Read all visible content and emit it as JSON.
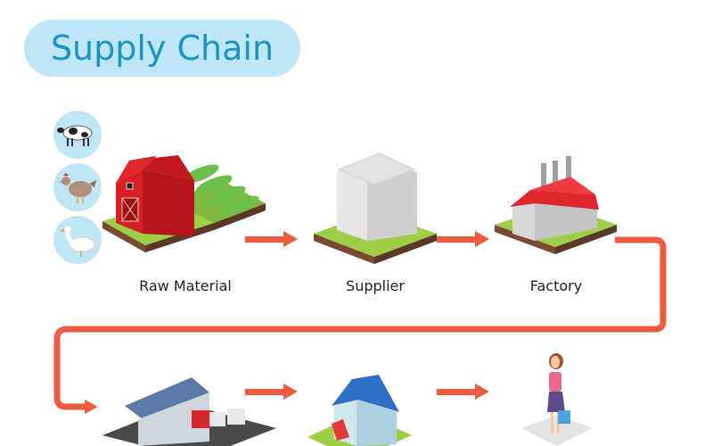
{
  "title": "Supply Chain",
  "stages": [
    {
      "label": "Raw Material",
      "icon": "barn-icon"
    },
    {
      "label": "Supplier",
      "icon": "office-building-icon"
    },
    {
      "label": "Factory",
      "icon": "factory-icon"
    },
    {
      "label": "",
      "icon": "warehouse-icon"
    },
    {
      "label": "",
      "icon": "store-icon"
    },
    {
      "label": "",
      "icon": "customer-icon"
    }
  ],
  "raw_inputs": [
    "cow-icon",
    "chicken-icon",
    "goose-icon"
  ],
  "colors": {
    "arrow": "#ec5a3f",
    "title_bg": "#bfe6f7",
    "title_text": "#1b93c4",
    "grass": "#9ccf45",
    "soil": "#7a4a33"
  }
}
